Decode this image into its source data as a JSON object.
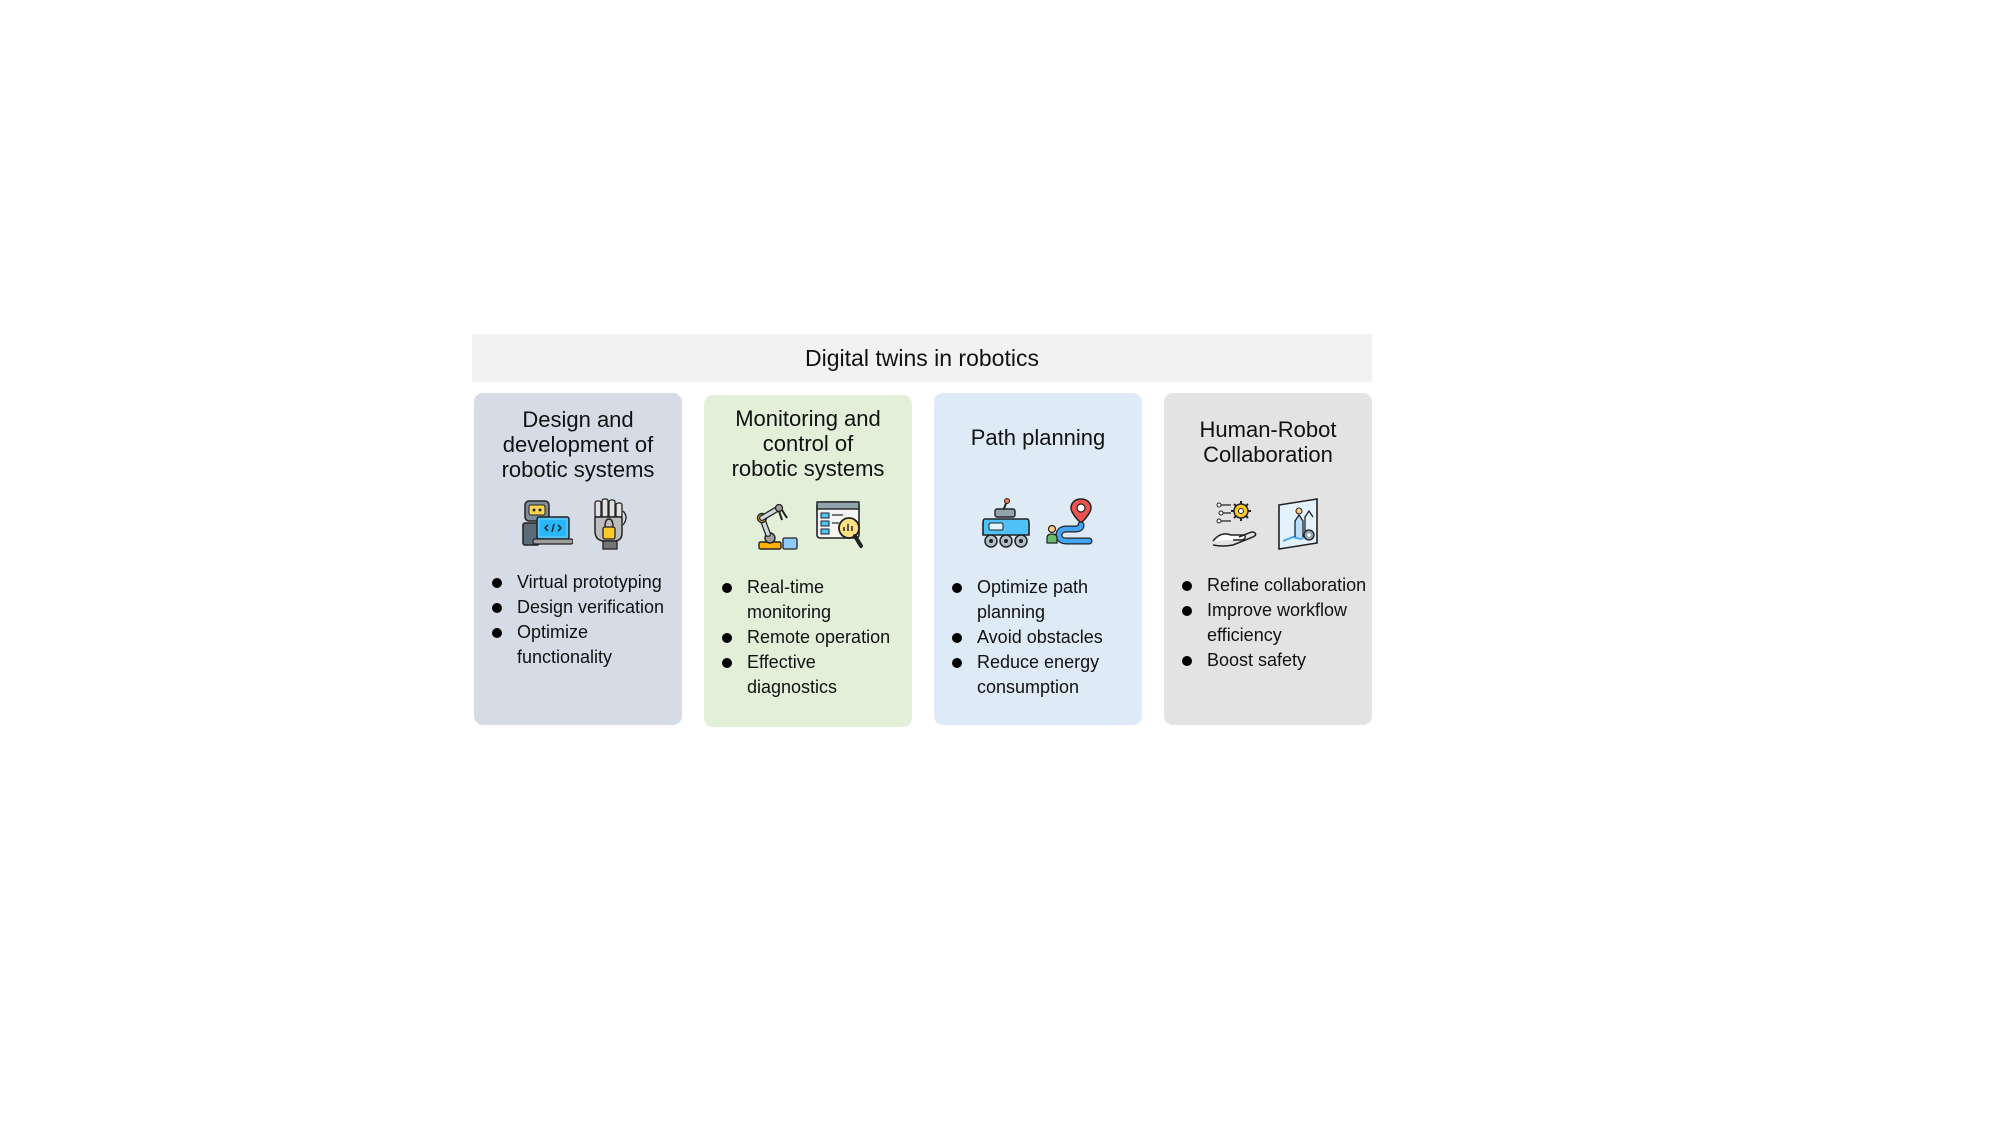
{
  "title": "Digital twins in robotics",
  "colors": {
    "title_bg": "#f2f2f2",
    "card_design": "#d6dce5",
    "card_monitoring": "#e2efd9",
    "card_path": "#deebf7",
    "card_collab": "#e3e3e3"
  },
  "cards": [
    {
      "title_lines": [
        "Design and",
        "development of",
        "robotic systems"
      ],
      "icons": [
        "robot-laptop-code-icon",
        "robotic-hand-icon"
      ],
      "items": [
        "Virtual prototyping",
        "Design verification",
        "Optimize functionality"
      ]
    },
    {
      "title_lines": [
        "Monitoring and",
        "control of",
        "robotic systems"
      ],
      "icons": [
        "robotic-arm-icon",
        "dashboard-magnifier-icon"
      ],
      "items": [
        "Real-time monitoring",
        "Remote operation",
        "Effective diagnostics"
      ]
    },
    {
      "title_lines": [
        "Path planning"
      ],
      "icons": [
        "rover-robot-icon",
        "route-map-pin-icon"
      ],
      "items": [
        "Optimize path planning",
        "Avoid obstacles",
        "Reduce energy consumption"
      ]
    },
    {
      "title_lines": [
        "Human-Robot",
        "Collaboration"
      ],
      "icons": [
        "hand-gear-network-icon",
        "collaboration-board-icon"
      ],
      "items": [
        "Refine collaboration",
        "Improve workflow efficiency",
        "Boost safety"
      ]
    }
  ]
}
